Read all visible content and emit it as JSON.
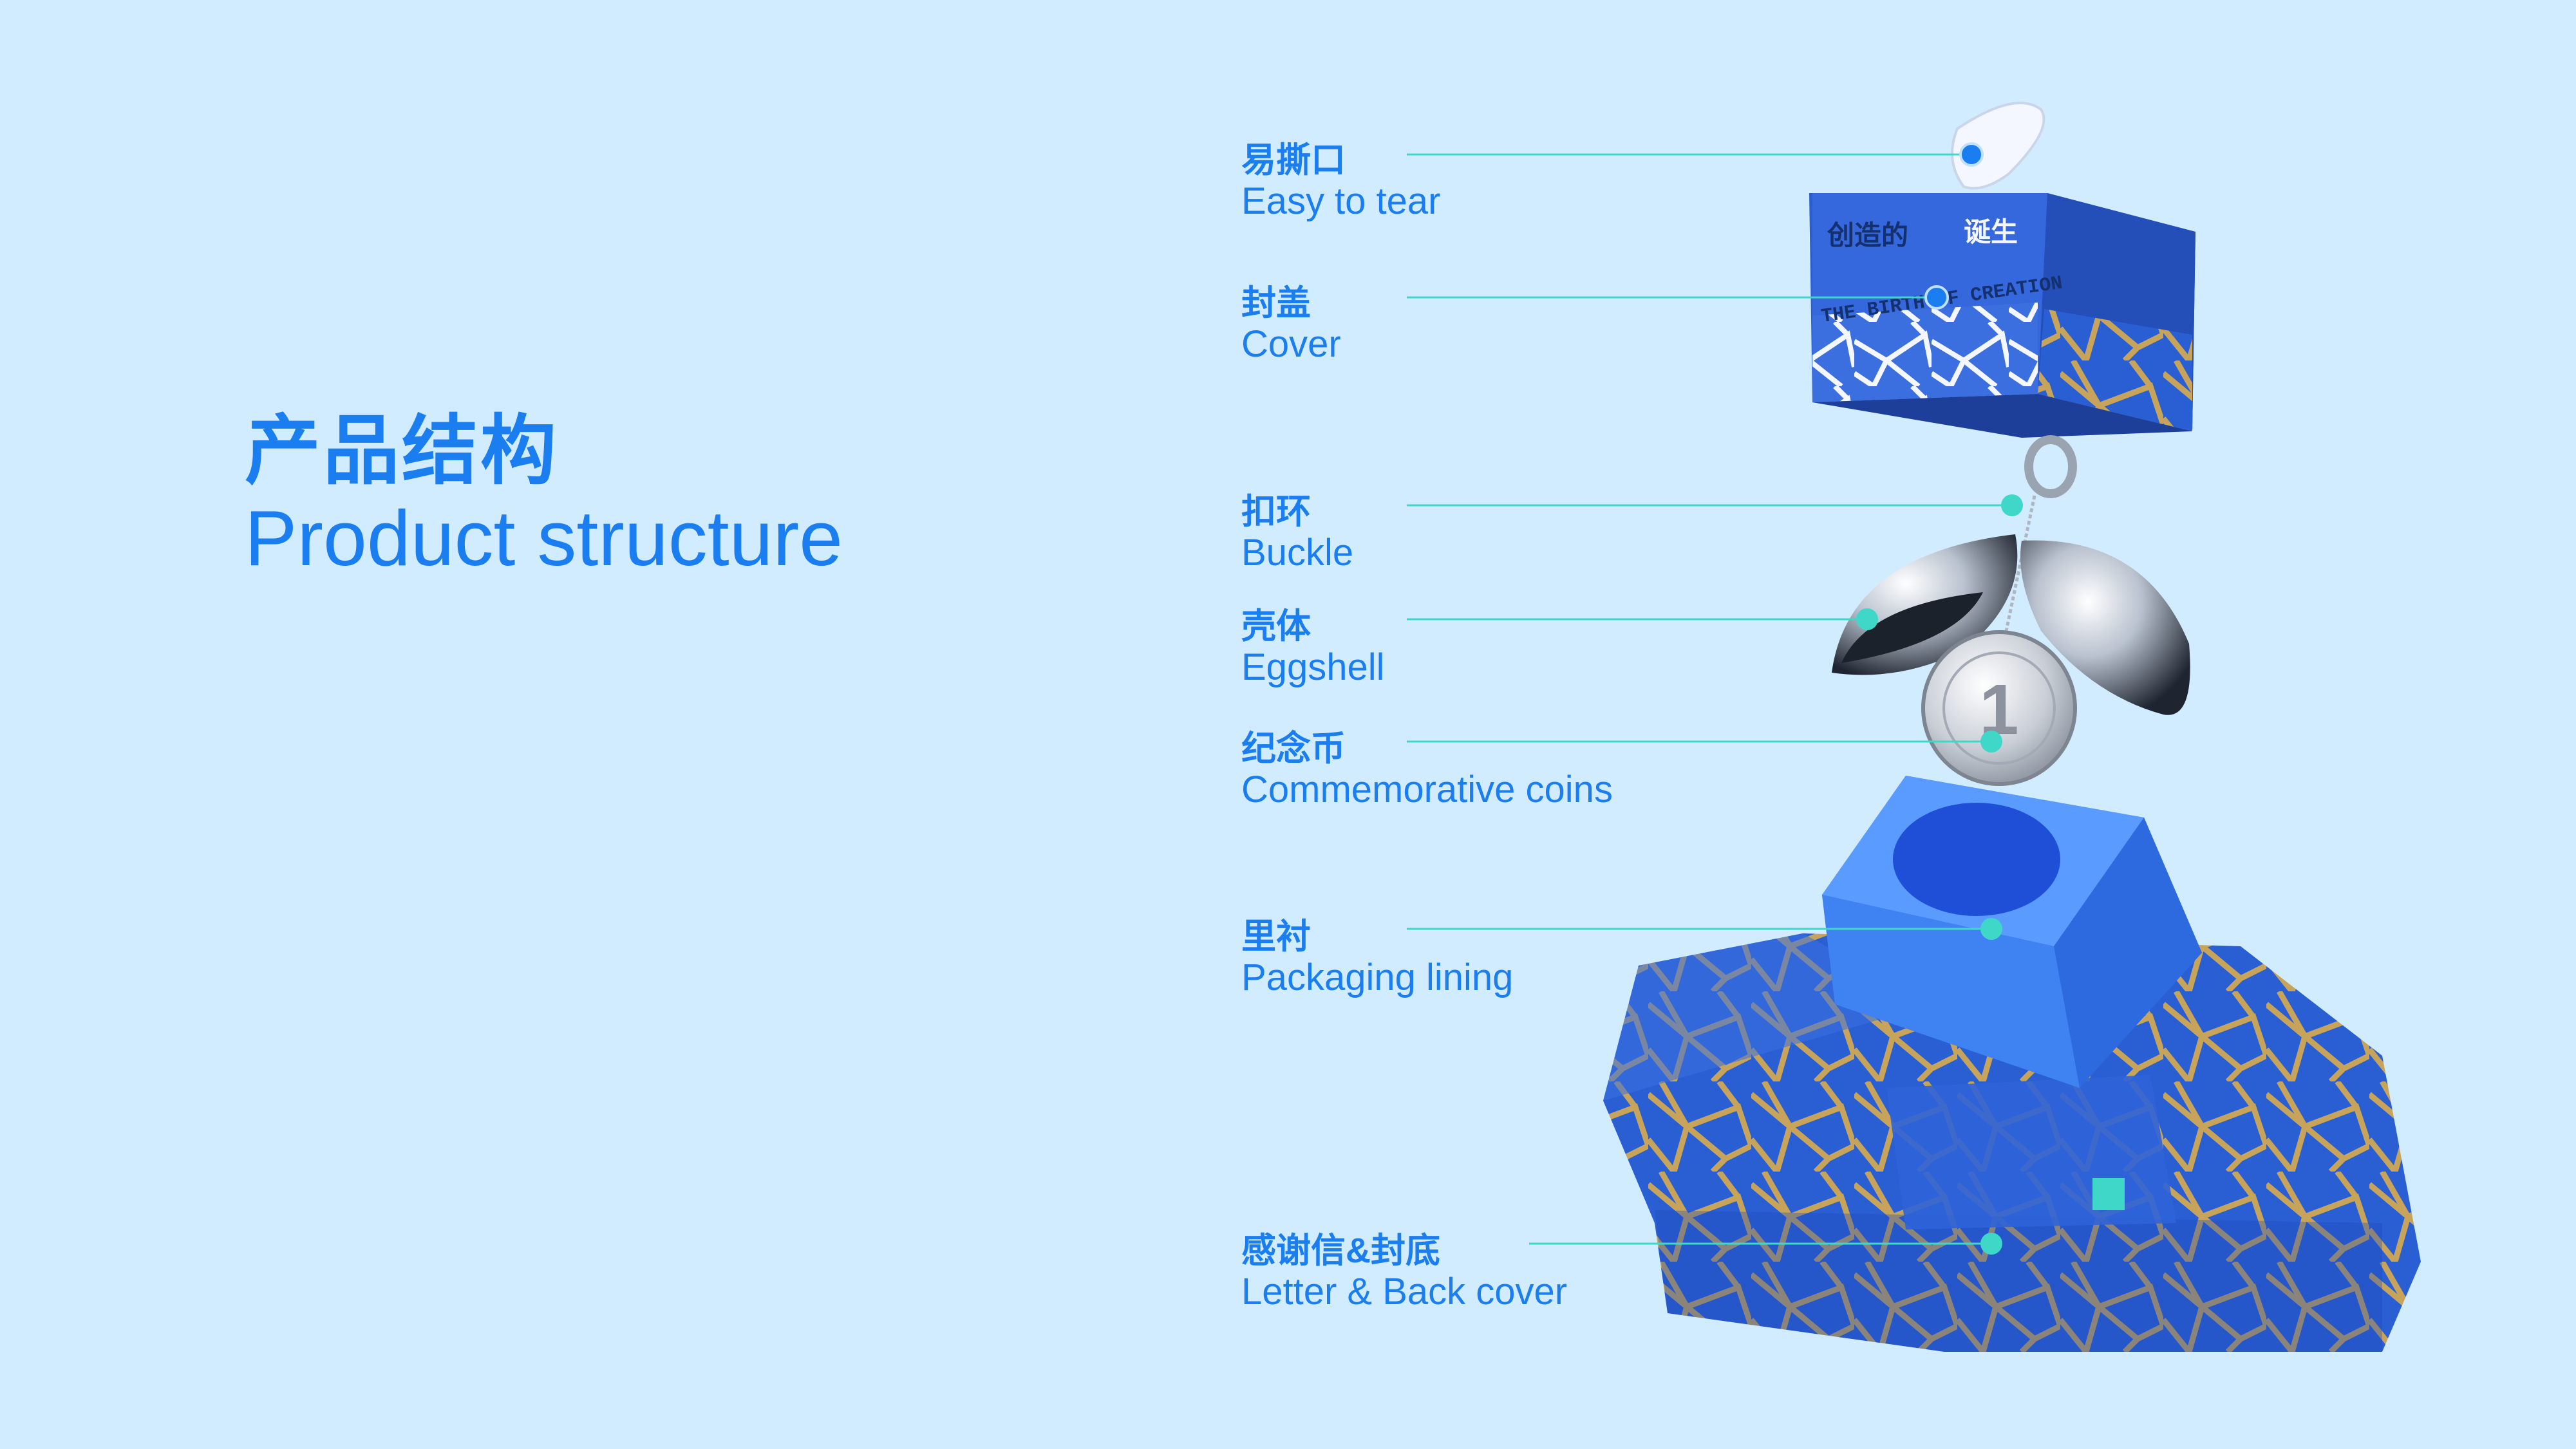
{
  "heading": {
    "cn": "产品结构",
    "en": "Product structure"
  },
  "parts": [
    {
      "cn": "易撕口",
      "en": "Easy to tear"
    },
    {
      "cn": "封盖",
      "en": "Cover"
    },
    {
      "cn": "扣环",
      "en": "Buckle"
    },
    {
      "cn": "壳体",
      "en": "Eggshell"
    },
    {
      "cn": "纪念币",
      "en": "Commemorative coins"
    },
    {
      "cn": "里衬",
      "en": "Packaging lining"
    },
    {
      "cn": "感谢信&封底",
      "en": "Letter & Back cover"
    }
  ],
  "box_print": {
    "cover_cn_left": "创造的",
    "cover_cn_right": "诞生",
    "cover_en": "THE BIRTH OF CREATION",
    "coin_numeral": "1"
  },
  "colors": {
    "background": "#d2ecff",
    "text": "#1a7ef0",
    "leader_line": "#3fd8c8",
    "dot_blue": "#1a7ef0",
    "dot_teal": "#3fd8c8",
    "box_blue": "#2a5fd4",
    "gold": "#c7a45a"
  }
}
